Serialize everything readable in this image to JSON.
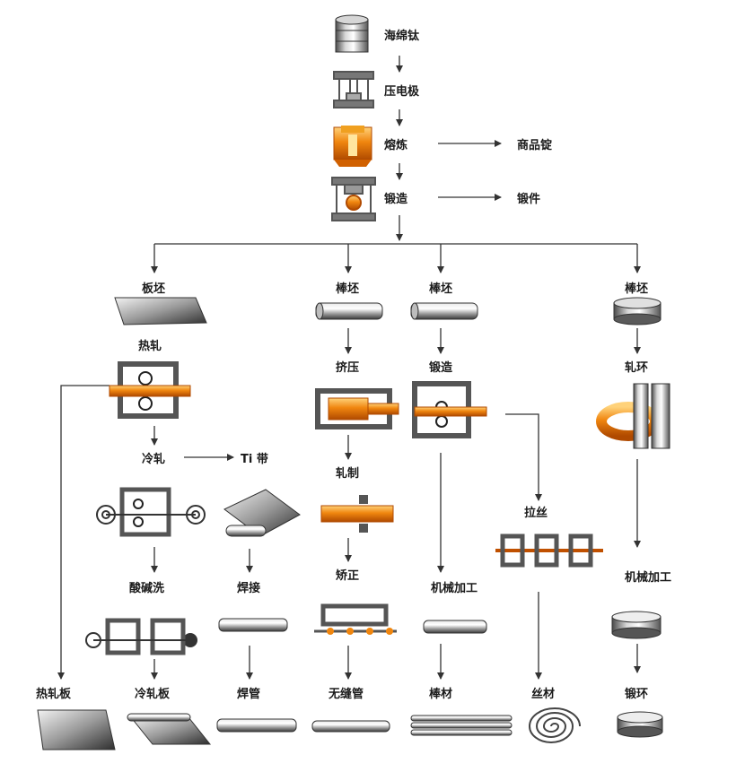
{
  "nodes": {
    "sponge": "海绵钛",
    "electrode": "压电极",
    "melting": "熔炼",
    "ingot": "商品锭",
    "forging_main": "锻造",
    "forgings": "锻件",
    "slab": "板坯",
    "billet_extrude": "棒坯",
    "billet_forge": "棒坯",
    "billet_ring": "棒坯",
    "hot_rolling": "热轧",
    "extrusion": "挤压",
    "forging_bar": "锻造",
    "ring_rolling": "轧环",
    "cold_rolling": "冷轧",
    "ti_strip": "Ti 带",
    "tube_rolling": "轧制",
    "wire_drawing": "拉丝",
    "pickling": "酸碱洗",
    "welding": "焊接",
    "straightening": "矫正",
    "machining_bar": "机械加工",
    "machining_ring": "机械加工",
    "hot_plate": "热轧板",
    "cold_plate": "冷轧板",
    "welded_tube": "焊管",
    "seamless_tube": "无缝管",
    "bar": "棒材",
    "wire": "丝材",
    "forged_ring": "锻环"
  },
  "colors": {
    "arrow": "#333333",
    "metal": "#8a8a8a",
    "hot_metal": "#e8700a",
    "frame": "#555555"
  }
}
